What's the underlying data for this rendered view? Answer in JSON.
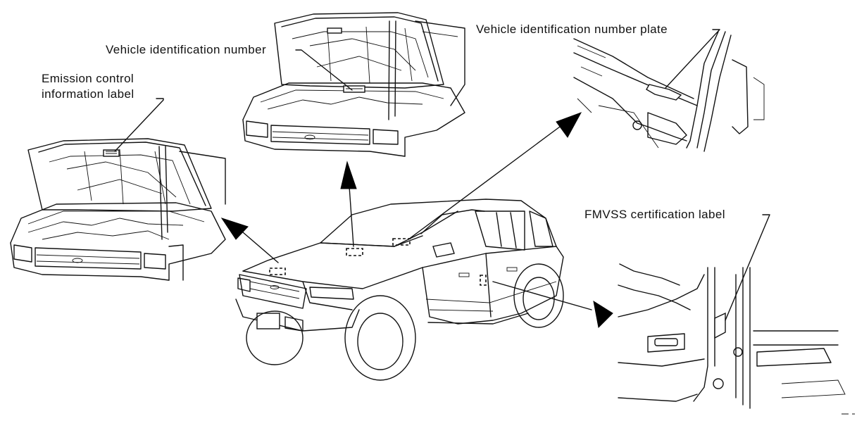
{
  "labels": {
    "vin": "Vehicle identification number",
    "emission_line1": "Emission control",
    "emission_line2": "information label",
    "vin_plate": "Vehicle identification number plate",
    "fmvss": "FMVSS certification label"
  }
}
